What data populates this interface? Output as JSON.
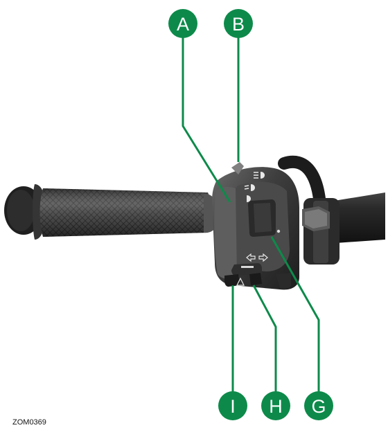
{
  "figure": {
    "reference_code": "ZOM0369",
    "callouts": [
      {
        "letter": "A"
      },
      {
        "letter": "B"
      },
      {
        "letter": "G"
      },
      {
        "letter": "H"
      },
      {
        "letter": "I"
      }
    ]
  },
  "colors": {
    "callout_fill": "#0d8a4a",
    "callout_line": "#0d8a4a",
    "grip_dark": "#2b2b2b",
    "housing": "#3a3a3a",
    "bar": "#222222"
  },
  "icons": {
    "headlight_high": "headlight-high-icon",
    "headlight_low": "headlight-low-icon",
    "indicator_arrows": "indicator-arrows-icon",
    "hazard": "hazard-icon"
  }
}
